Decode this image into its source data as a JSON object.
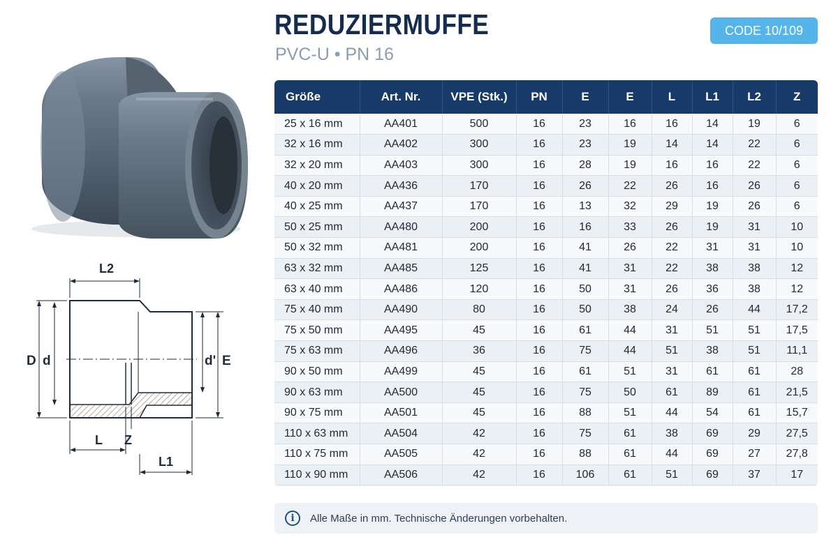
{
  "header": {
    "title": "REDUZIERMUFFE",
    "subtitle": "PVC-U • PN 16",
    "code": "CODE 10/109"
  },
  "drawing": {
    "labels": {
      "l2": "L2",
      "d_outer": "D",
      "d_inner": "d",
      "d_prime": "d'",
      "e": "E",
      "l": "L",
      "z": "Z",
      "l1": "L1"
    }
  },
  "table": {
    "columns": [
      "Größe",
      "Art. Nr.",
      "VPE (Stk.)",
      "PN",
      "E",
      "E",
      "L",
      "L1",
      "L2",
      "Z"
    ],
    "rows": [
      [
        "25 x 16 mm",
        "AA401",
        "500",
        "16",
        "23",
        "16",
        "16",
        "14",
        "19",
        "6"
      ],
      [
        "32 x 16 mm",
        "AA402",
        "300",
        "16",
        "23",
        "19",
        "14",
        "14",
        "22",
        "6"
      ],
      [
        "32 x 20 mm",
        "AA403",
        "300",
        "16",
        "28",
        "19",
        "16",
        "16",
        "22",
        "6"
      ],
      [
        "40 x 20 mm",
        "AA436",
        "170",
        "16",
        "26",
        "22",
        "26",
        "16",
        "26",
        "6"
      ],
      [
        "40 x 25 mm",
        "AA437",
        "170",
        "16",
        "13",
        "32",
        "29",
        "19",
        "26",
        "6"
      ],
      [
        "50 x 25 mm",
        "AA480",
        "200",
        "16",
        "16",
        "33",
        "26",
        "19",
        "31",
        "10"
      ],
      [
        "50 x 32 mm",
        "AA481",
        "200",
        "16",
        "41",
        "26",
        "22",
        "31",
        "31",
        "10"
      ],
      [
        "63 x 32 mm",
        "AA485",
        "125",
        "16",
        "41",
        "31",
        "22",
        "38",
        "38",
        "12"
      ],
      [
        "63 x 40 mm",
        "AA486",
        "120",
        "16",
        "50",
        "31",
        "26",
        "36",
        "38",
        "12"
      ],
      [
        "75 x 40 mm",
        "AA490",
        "80",
        "16",
        "50",
        "38",
        "24",
        "26",
        "44",
        "17,2"
      ],
      [
        "75 x 50 mm",
        "AA495",
        "45",
        "16",
        "61",
        "44",
        "31",
        "51",
        "51",
        "17,5"
      ],
      [
        "75 x 63 mm",
        "AA496",
        "36",
        "16",
        "75",
        "44",
        "51",
        "38",
        "51",
        "11,1"
      ],
      [
        "90 x 50 mm",
        "AA499",
        "45",
        "16",
        "61",
        "51",
        "31",
        "61",
        "61",
        "28"
      ],
      [
        "90 x 63 mm",
        "AA500",
        "45",
        "16",
        "75",
        "50",
        "61",
        "89",
        "61",
        "21,5"
      ],
      [
        "90 x 75 mm",
        "AA501",
        "45",
        "16",
        "88",
        "51",
        "44",
        "54",
        "61",
        "15,7"
      ],
      [
        "110 x 63 mm",
        "AA504",
        "42",
        "16",
        "75",
        "61",
        "38",
        "69",
        "29",
        "27,5"
      ],
      [
        "110 x 75 mm",
        "AA505",
        "42",
        "16",
        "88",
        "61",
        "44",
        "69",
        "27",
        "27,8"
      ],
      [
        "110 x 90 mm",
        "AA506",
        "42",
        "16",
        "106",
        "61",
        "51",
        "69",
        "37",
        "17"
      ]
    ]
  },
  "note": {
    "icon": "info-icon",
    "text": "Alle Maße in mm. Technische Änderungen vorbehalten."
  },
  "colors": {
    "title": "#132c4f",
    "header_bg": "#183a68",
    "badge_bg": "#55b4ea",
    "pipe_gray": "#5c6b7a"
  }
}
